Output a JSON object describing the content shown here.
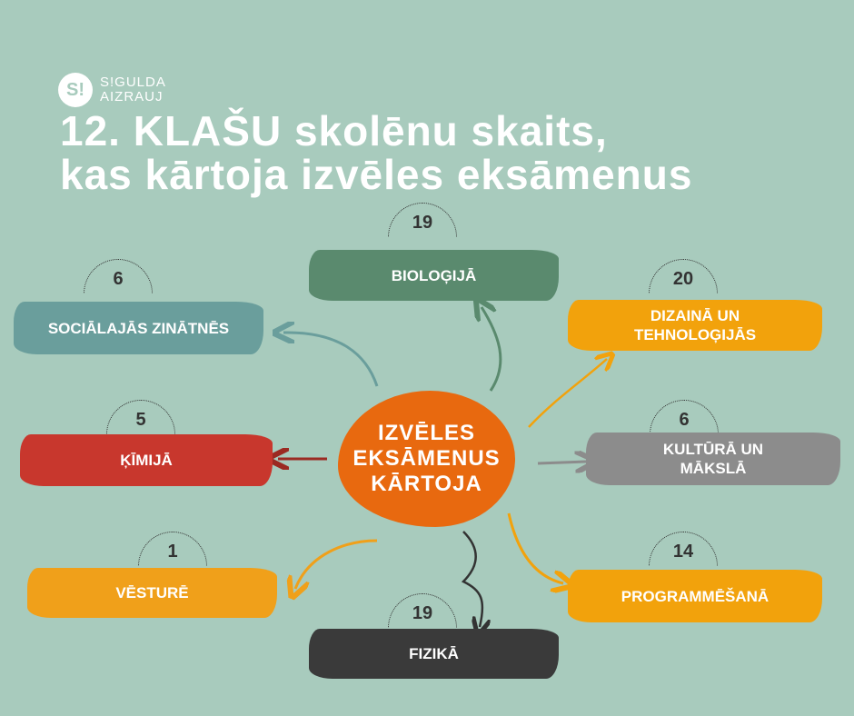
{
  "logo": {
    "mark": "S!",
    "line1": "S!GULDA",
    "line2": "AIZRAUJ"
  },
  "title": {
    "line1": "12. KLAŠU skolēnu skaits,",
    "line2": "kas kārtoja izvēles eksāmenus"
  },
  "center": {
    "line1": "IZVĒLES",
    "line2": "EKSĀMENUS",
    "line3": "KĀRTOJA"
  },
  "subjects": [
    {
      "label": "BIOLOĢIJĀ",
      "count": "19",
      "color": "#5a8a6e"
    },
    {
      "label": "SOCIĀLAJĀS ZINĀTNĒS",
      "count": "6",
      "color": "#6a9e9c"
    },
    {
      "label": "ĶĪMIJĀ",
      "count": "5",
      "color": "#c8372d"
    },
    {
      "label": "VĒSTURĒ",
      "count": "1",
      "color": "#f0a01a"
    },
    {
      "label": "FIZIKĀ",
      "count": "19",
      "color": "#3a3a3a"
    },
    {
      "label": "DIZAINĀ UN TEHNOLOĢIJĀS",
      "count": "20",
      "color": "#f2a20c"
    },
    {
      "label": "KULTŪRĀ UN MĀKSLĀ",
      "count": "6",
      "color": "#8c8c8c"
    },
    {
      "label": "PROGRAMMĒŠANĀ",
      "count": "14",
      "color": "#f2a20c"
    }
  ]
}
